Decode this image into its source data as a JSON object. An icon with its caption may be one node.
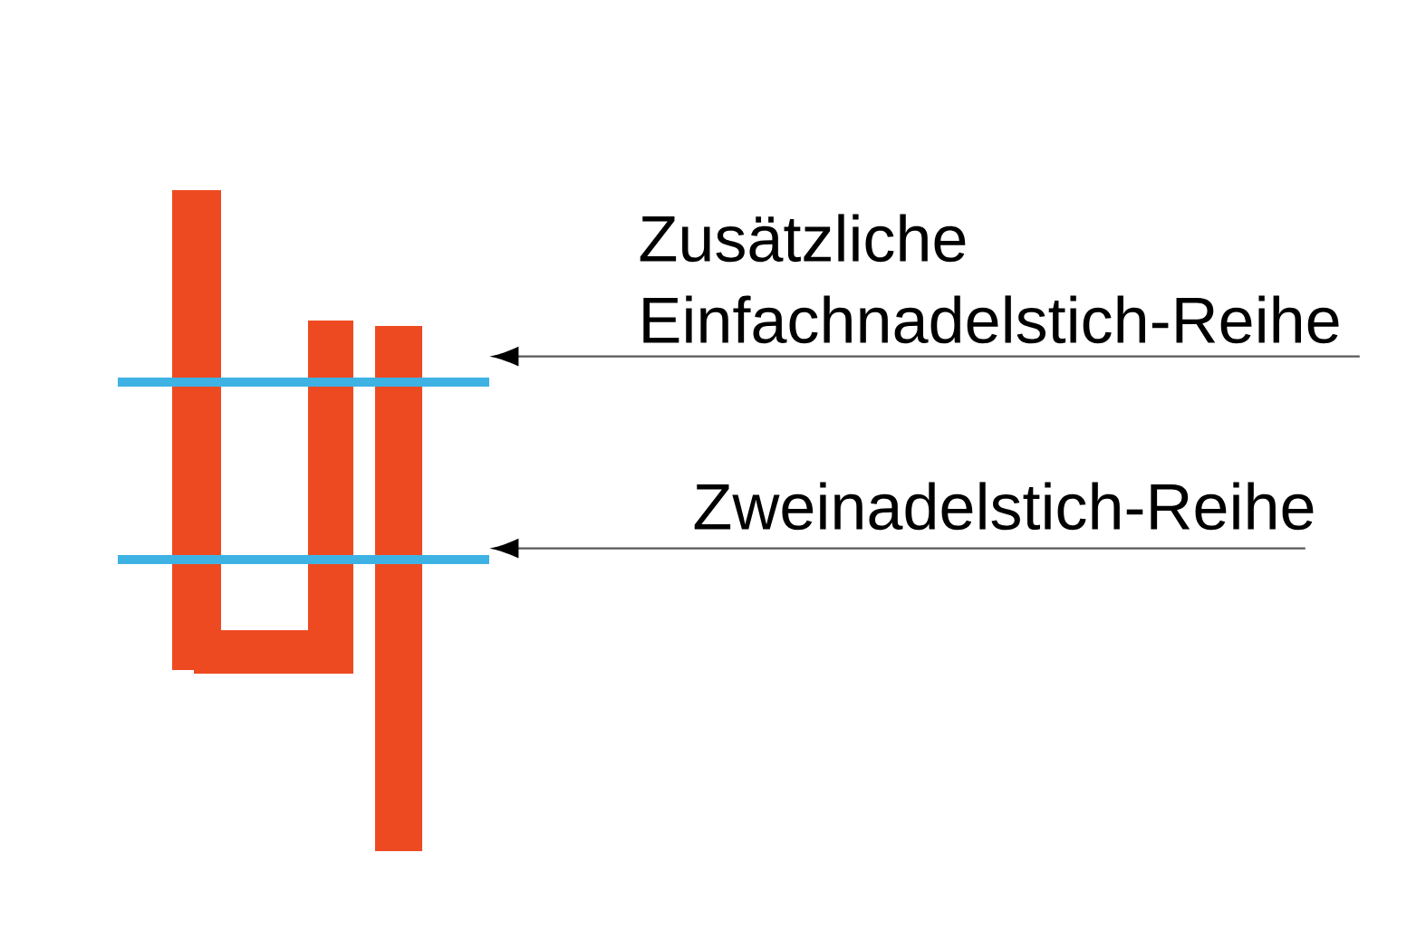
{
  "diagram": {
    "nodes": [
      {
        "text": [
          "Zusätzliche Einfachnadelstich-Reihe"
        ]
      },
      {
        "text": [],
        "shape": "bar"
      },
      {
        "text": [
          "Zweinadelstich-Reihe"
        ]
      },
      {
        "text": [],
        "shape": "bar"
      }
    ],
    "edges": [
      {
        "from": 0,
        "to": 1,
        "arrow": "to"
      },
      {
        "from": 2,
        "to": 3,
        "arrow": "to"
      }
    ]
  }
}
